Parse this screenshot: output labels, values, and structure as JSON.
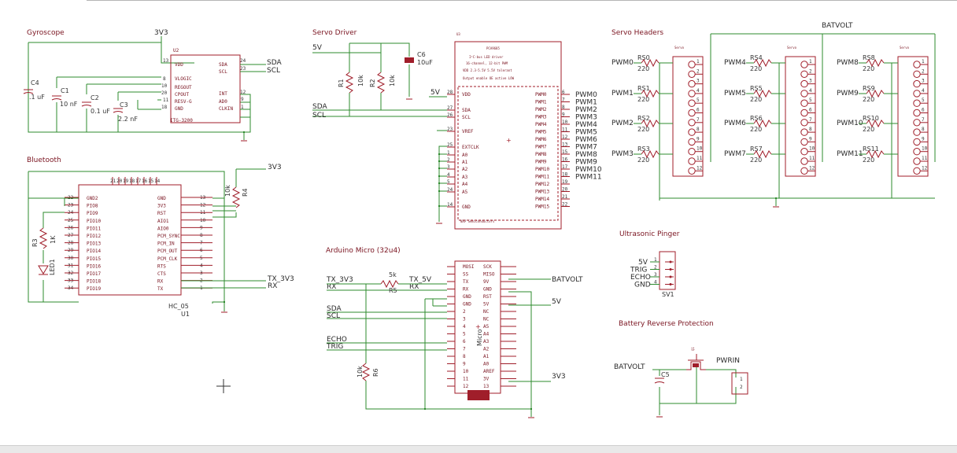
{
  "sections": {
    "gyroscope": "Gyroscope",
    "servo_driver": "Servo Driver",
    "servo_headers": "Servo Headers",
    "bluetooth": "Bluetooth",
    "arduino": "Arduino Micro (32u4)",
    "ultrasonic": "Ultrasonic Pinger",
    "battery": "Battery Reverse Protection"
  },
  "nets": {
    "v3v3": "3V3",
    "v5": "5V",
    "batvolt": "BATVOLT",
    "sda": "SDA",
    "scl": "SCL",
    "tx3v3": "TX_3V3",
    "rx": "RX",
    "tx5v": "TX_5V",
    "echo": "ECHO",
    "trig": "TRIG",
    "gnd": "GND",
    "pwrin": "PWRIN"
  },
  "gyro": {
    "ref": "U2",
    "part": "ITG-3200",
    "left_pins": [
      "VDD",
      "VLOGIC",
      "REGOUT",
      "CPOUT",
      "RESV-G",
      "GND"
    ],
    "left_nums": [
      "13",
      "8",
      "10",
      "20",
      "11",
      "18"
    ],
    "right_pins": [
      "SDA",
      "SCL",
      "INT",
      "AD0",
      "CLKIN"
    ],
    "right_nums": [
      "24",
      "23",
      "12",
      "9",
      "1"
    ],
    "caps": [
      {
        "ref": "C4",
        "value": ".1 uF"
      },
      {
        "ref": "C1",
        "value": "10 nF"
      },
      {
        "ref": "C2",
        "value": "0.1 uF"
      },
      {
        "ref": "C3",
        "value": "2.2 nF"
      }
    ]
  },
  "servo_driver": {
    "ref": "U3",
    "r1": {
      "ref": "R1",
      "value": "10k"
    },
    "r2": {
      "ref": "R2",
      "value": "10k"
    },
    "c6": {
      "ref": "C6",
      "value": "10uF"
    },
    "left_pins": [
      "VDD",
      "SDA",
      "SCL",
      "VREF",
      "EXTCLK",
      "A0",
      "A1",
      "A2",
      "A3",
      "A4",
      "A5",
      "GND"
    ],
    "left_nums": [
      "28",
      "27",
      "26",
      "23",
      "25",
      "1",
      "2",
      "3",
      "4",
      "5",
      "24",
      "14"
    ],
    "right_pins": [
      "PWM0",
      "PWM1",
      "PWM2",
      "PWM3",
      "PWM4",
      "PWM5",
      "PWM6",
      "PWM7",
      "PWM8",
      "PWM9",
      "PWM10",
      "PWM11",
      "PWM12",
      "PWM13",
      "PWM14",
      "PWM15"
    ],
    "right_nums": [
      "6",
      "7",
      "8",
      "9",
      "10",
      "11",
      "12",
      "13",
      "15",
      "16",
      "17",
      "18",
      "19",
      "20",
      "21",
      "22"
    ],
    "pwm_out": [
      "PWM0",
      "PWM1",
      "PWM2",
      "PWM3",
      "PWM4",
      "PWM5",
      "PWM6",
      "PWM7",
      "PWM8",
      "PWM9",
      "PWM10",
      "PWM11"
    ]
  },
  "servo_headers": {
    "groups": [
      {
        "pwm": [
          "PWM0",
          "PWM1",
          "PWM2",
          "PWM3"
        ],
        "rs": [
          "RS0",
          "RS1",
          "RS2",
          "RS3"
        ]
      },
      {
        "pwm": [
          "PWM4",
          "PWM5",
          "PWM6",
          "PWM7"
        ],
        "rs": [
          "RS4",
          "RS5",
          "RS6",
          "RS7"
        ]
      },
      {
        "pwm": [
          "PWM8",
          "PWM9",
          "PWM10",
          "PWM11"
        ],
        "rs": [
          "RS8",
          "RS9",
          "RS10",
          "RS11"
        ]
      }
    ],
    "value": "220",
    "header_nums": [
      "1",
      "2",
      "3",
      "4",
      "5",
      "6",
      "7",
      "8",
      "9",
      "10",
      "11",
      "12"
    ]
  },
  "bluetooth": {
    "ref": "U1",
    "part": "HC_05",
    "r3": {
      "ref": "R3",
      "value": "1K"
    },
    "r4": {
      "ref": "R4",
      "value": "10k"
    },
    "led": "LED1",
    "left_pins": [
      "GND2",
      "PIO8",
      "PIO9",
      "PIO10",
      "PIO11",
      "PIO12",
      "PIO13",
      "PIO14",
      "PIO15",
      "PIO16",
      "PIO17",
      "PIO18",
      "PIO19"
    ],
    "left_nums": [
      "22",
      "23",
      "24",
      "25",
      "26",
      "27",
      "28",
      "29",
      "30",
      "31",
      "32",
      "33",
      "34"
    ],
    "right_pins": [
      "GND",
      "3V3",
      "RST",
      "AIO1",
      "AIO0",
      "PCM_SYNC",
      "PCM_IN",
      "PCM_OUT",
      "PCM_CLK",
      "RTS",
      "CTS",
      "RX",
      "TX"
    ],
    "right_nums": [
      "13",
      "12",
      "11",
      "10",
      "9",
      "8",
      "7",
      "6",
      "5",
      "4",
      "3",
      "2",
      "1"
    ],
    "top_nums": [
      "21",
      "20",
      "19",
      "18",
      "17",
      "16",
      "15",
      "14"
    ]
  },
  "arduino": {
    "left_pins": [
      "MOSI",
      "SS",
      "TX",
      "RX",
      "GND",
      "GND",
      "2",
      "3",
      "4",
      "5",
      "6",
      "7",
      "8",
      "9",
      "10",
      "11",
      "12"
    ],
    "right_pins": [
      "SCK",
      "MISO",
      "9V",
      "GND",
      "RST",
      "5V",
      "NC",
      "NC",
      "A5",
      "A4",
      "A3",
      "A2",
      "A1",
      "A0",
      "AREF",
      "3V",
      "13"
    ],
    "label": "Micro",
    "r5": {
      "ref": "R5",
      "value": "5k"
    },
    "r6": {
      "ref": "R6",
      "value": "10k"
    }
  },
  "ultrasonic": {
    "ref": "SV1",
    "pins": [
      "5V",
      "TRIG",
      "ECHO",
      "GND"
    ],
    "nums": [
      "1",
      "2",
      "3",
      "4"
    ]
  },
  "battery": {
    "c5": "C5",
    "q": "Q1"
  },
  "colors": {
    "wire": "#2e8b2e",
    "component": "#a01e2a",
    "label": "#7a1420"
  }
}
